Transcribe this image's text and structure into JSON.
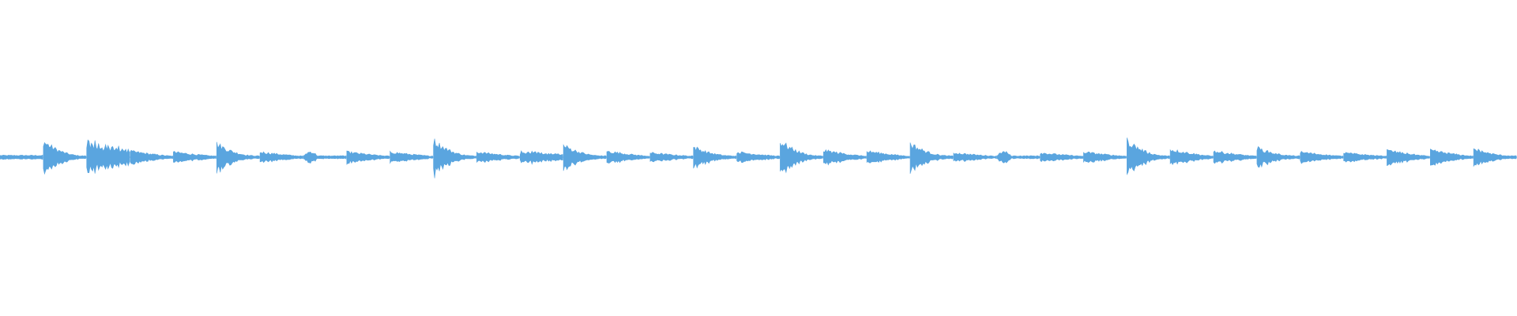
{
  "waveform": {
    "color": "#5aa5df",
    "background": "#ffffff",
    "segments": [
      {
        "shape": "noise",
        "peak": 0.05
      },
      {
        "shape": "attack",
        "peak": 0.9
      },
      {
        "shape": "burst",
        "peak": 0.95
      },
      {
        "shape": "decay",
        "peak": 0.3
      },
      {
        "shape": "decay",
        "peak": 0.25
      },
      {
        "shape": "attack",
        "peak": 0.75
      },
      {
        "shape": "decay",
        "peak": 0.25
      },
      {
        "shape": "blob",
        "peak": 0.25
      },
      {
        "shape": "decay",
        "peak": 0.25
      },
      {
        "shape": "decay",
        "peak": 0.25
      },
      {
        "shape": "attack",
        "peak": 0.95
      },
      {
        "shape": "decay",
        "peak": 0.25
      },
      {
        "shape": "burst",
        "peak": 0.3
      },
      {
        "shape": "attack",
        "peak": 0.65
      },
      {
        "shape": "decay",
        "peak": 0.3
      },
      {
        "shape": "decay",
        "peak": 0.2
      },
      {
        "shape": "attack",
        "peak": 0.55
      },
      {
        "shape": "decay",
        "peak": 0.25
      },
      {
        "shape": "attack",
        "peak": 0.9
      },
      {
        "shape": "decay",
        "peak": 0.35
      },
      {
        "shape": "decay",
        "peak": 0.3
      },
      {
        "shape": "attack",
        "peak": 0.75
      },
      {
        "shape": "decay",
        "peak": 0.2
      },
      {
        "shape": "blob",
        "peak": 0.25
      },
      {
        "shape": "decay",
        "peak": 0.2
      },
      {
        "shape": "decay",
        "peak": 0.25
      },
      {
        "shape": "attack",
        "peak": 0.95
      },
      {
        "shape": "decay",
        "peak": 0.4
      },
      {
        "shape": "decay",
        "peak": 0.3
      },
      {
        "shape": "attack",
        "peak": 0.5
      },
      {
        "shape": "decay",
        "peak": 0.25
      },
      {
        "shape": "decay",
        "peak": 0.2
      },
      {
        "shape": "decay",
        "peak": 0.35
      },
      {
        "shape": "decay",
        "peak": 0.35
      },
      {
        "shape": "attack",
        "peak": 0.45
      }
    ]
  }
}
